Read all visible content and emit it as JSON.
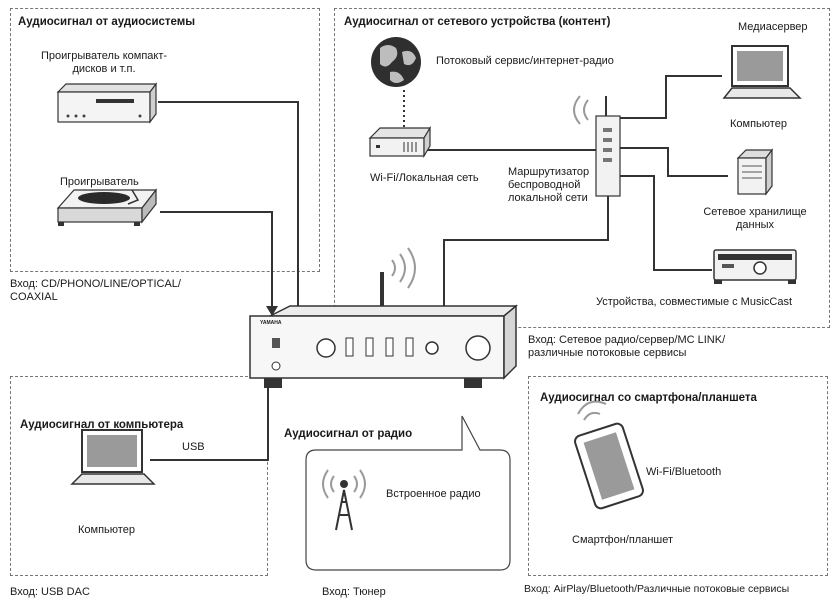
{
  "audio_system": {
    "title": "Аудиосигнал от аудиосистемы",
    "cd_player": "Проигрыватель компакт-дисков и т.п.",
    "turntable": "Проигрыватель",
    "input_label": "Вход: CD/PHONO/LINE/OPTICAL/ COAXIAL"
  },
  "network": {
    "title": "Аудиосигнал от сетевого устройства (контент)",
    "streaming": "Потоковый сервис/интернет-радио",
    "modem": "Wi-Fi/Локальная сеть",
    "router": "Маршрутизатор беспроводной локальной сети",
    "media_server": "Медиасервер",
    "computer": "Компьютер",
    "nas": "Сетевое хранилище данных",
    "musiccast": "Устройства, совместимые с MusicCast",
    "input_label": "Вход: Сетевое радио/сервер/MC LINK/ различные потоковые сервисы"
  },
  "pc": {
    "title": "Аудиосигнал от компьютера",
    "usb": "USB",
    "computer": "Компьютер",
    "input_label": "Вход: USB DAC"
  },
  "radio": {
    "title": "Аудиосигнал от радио",
    "builtin": "Встроенное радио",
    "input_label": "Вход: Тюнер"
  },
  "smartphone": {
    "title": "Аудиосигнал со смартфона/планшета",
    "wireless": "Wi-Fi/Bluetooth",
    "device": "Смартфон/планшет",
    "input_label": "Вход: AirPlay/Bluetooth/Различные потоковые сервисы"
  },
  "amplifier": {
    "brand": "YAMAHA"
  }
}
